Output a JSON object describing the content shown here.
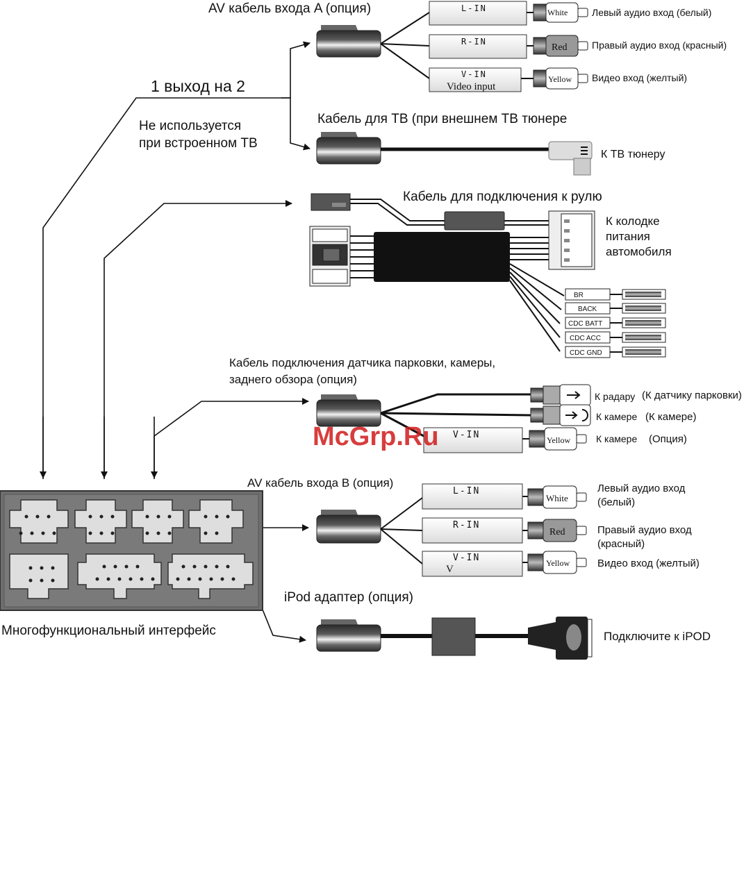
{
  "diagram": {
    "splitter": {
      "title": "1 выход на  2",
      "note_line1": "Не используется",
      "note_line2": "при встроенном ТВ"
    },
    "av_a": {
      "title": "AV кабель входа A (опция)",
      "channels": [
        {
          "tag": "L-IN",
          "sub": "",
          "plug": "White",
          "desc": "Левый аудио вход (белый)"
        },
        {
          "tag": "R-IN",
          "sub": "",
          "plug": "Red",
          "desc": "Правый аудио вход (красный)"
        },
        {
          "tag": "V-IN",
          "sub": "Video input",
          "plug": "Yellow",
          "desc": "Видео вход (желтый)"
        }
      ]
    },
    "tv": {
      "title": "Кабель для ТВ (при внешнем ТВ тюнере",
      "target": "К ТВ тюнеру"
    },
    "steering": {
      "title": "Кабель для подключения к рулю",
      "power_line1": "К колодке",
      "power_line2": "питания",
      "power_line3": "автомобиля",
      "wires": [
        "BR",
        "BACK",
        "CDC BATT",
        "CDC ACC",
        "CDC GND"
      ]
    },
    "parking": {
      "title_line1": "Кабель подключения датчика парковки, камеры,",
      "title_line2": "заднего обзора (опция)",
      "outputs": [
        {
          "label": "К радару",
          "paren": "(К датчику парковки)"
        },
        {
          "label": "К камере",
          "paren": "(К камере)"
        },
        {
          "label": "К камере",
          "paren": "(Опция)",
          "tag": "V-IN",
          "plug": "Yellow"
        }
      ]
    },
    "av_b": {
      "title": "AV кабель входа B (опция)",
      "channels": [
        {
          "tag": "L-IN",
          "sub": "",
          "plug": "White",
          "desc1": "Левый аудио вход",
          "desc2": "(белый)"
        },
        {
          "tag": "R-IN",
          "sub": "",
          "plug": "Red",
          "desc1": "Правый аудио вход",
          "desc2": "(красный)"
        },
        {
          "tag": "V-IN",
          "sub": "V",
          "plug": "Yellow",
          "desc1": "Видео вход (желтый)",
          "desc2": ""
        }
      ]
    },
    "ipod": {
      "title": "iPod адаптер (опция)",
      "target": "Подключите к iPOD"
    },
    "interface": {
      "label": "Многофункциональный интерфейс"
    },
    "watermark": "McGrp.Ru"
  }
}
